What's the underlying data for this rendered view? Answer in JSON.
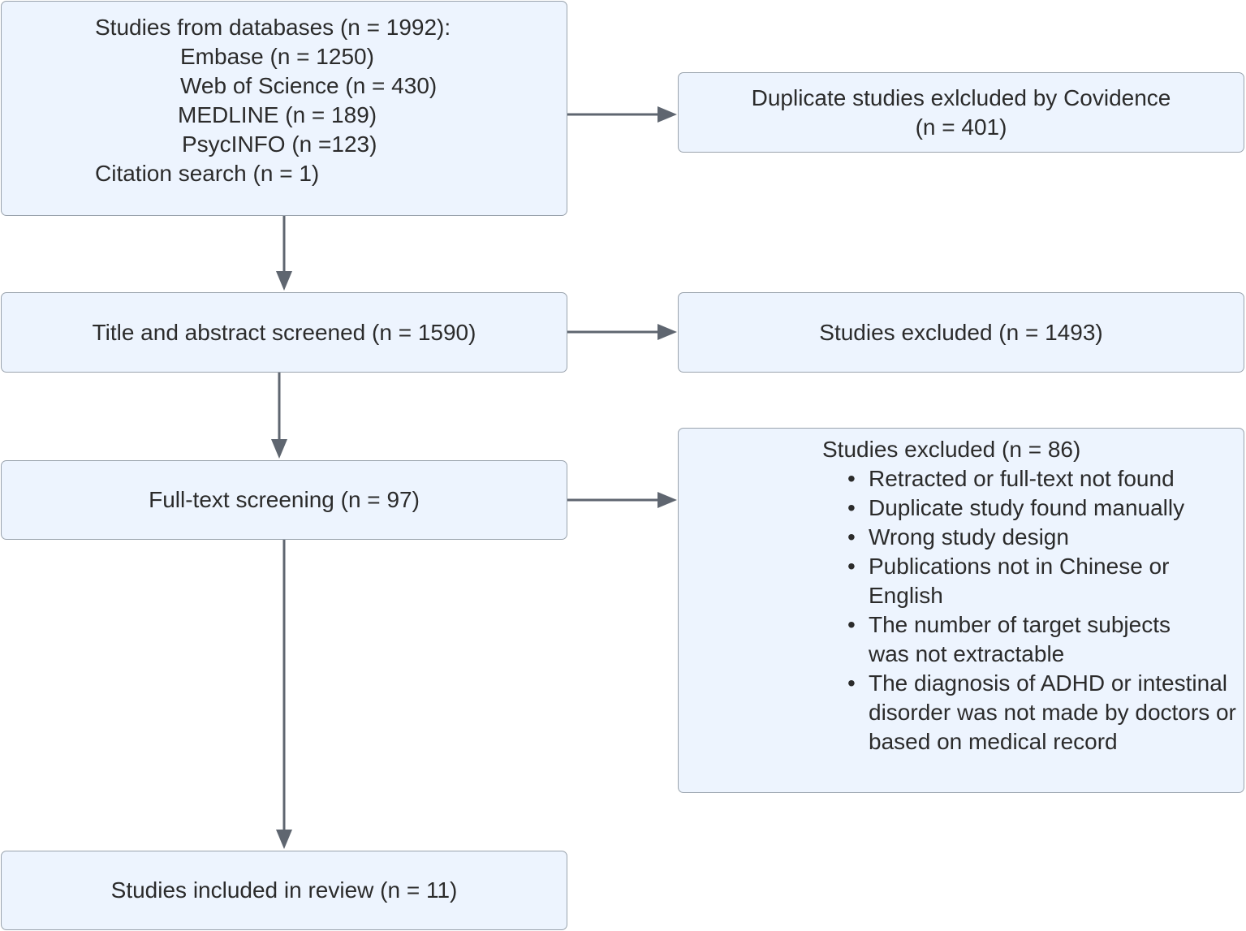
{
  "flowchart": {
    "databases_box": {
      "title": "Studies from databases (n = 1992):",
      "lines": [
        "Embase (n = 1250)",
        "Web of Science (n = 430)",
        "MEDLINE (n = 189)",
        "PsycINFO (n =123)",
        "Citation search (n = 1)"
      ]
    },
    "duplicates_box": {
      "line1": "Duplicate studies exlcluded by Covidence",
      "line2": "(n = 401)"
    },
    "title_abstract_box": {
      "label": "Title and abstract screened (n = 1590)"
    },
    "excluded_ta_box": {
      "label": "Studies excluded (n = 1493)"
    },
    "fulltext_box": {
      "label": "Full-text screening (n = 97)"
    },
    "excluded_ft_box": {
      "header": "Studies excluded (n = 86)",
      "bullet": "•",
      "reasons": [
        "Retracted or full-text not found",
        "Duplicate study found manually",
        "Wrong study design",
        "Publications not in Chinese or English",
        "The number of target subjects was not extractable",
        "The diagnosis of ADHD or intestinal disorder was not made by doctors or based on medical record"
      ]
    },
    "included_box": {
      "label": "Studies included in review (n = 11)"
    },
    "colors": {
      "box_fill": "#edf4fe",
      "box_border": "#9aa3ad",
      "arrow": "#5f6670",
      "text": "#2b2b2b"
    }
  }
}
